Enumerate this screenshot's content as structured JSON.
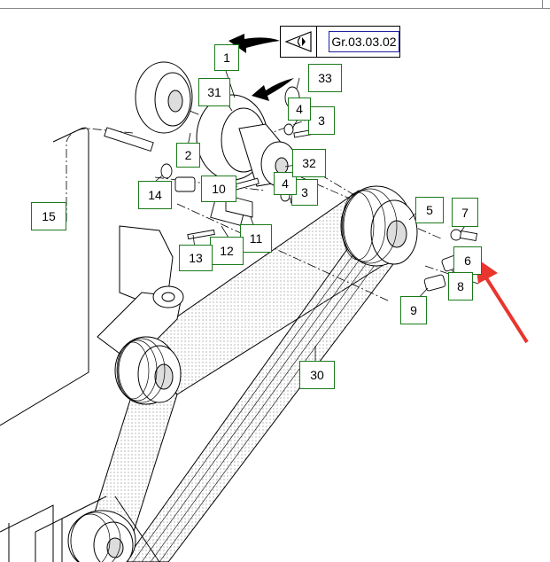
{
  "group_reference": {
    "label": "Gr.03.03.02",
    "icon": "view-direction-icon"
  },
  "part_callouts": [
    "1",
    "2",
    "3",
    "3",
    "4",
    "4",
    "5",
    "6",
    "7",
    "8",
    "9",
    "10",
    "11",
    "12",
    "13",
    "14",
    "15",
    "30",
    "31",
    "32",
    "33"
  ],
  "colors": {
    "callout_border": "#1a7a1a",
    "group_label_border": "#2020a0",
    "annotation_arrow": "#e8362e",
    "line_art": "#000000",
    "belt_shade": "#d0d0d0"
  }
}
